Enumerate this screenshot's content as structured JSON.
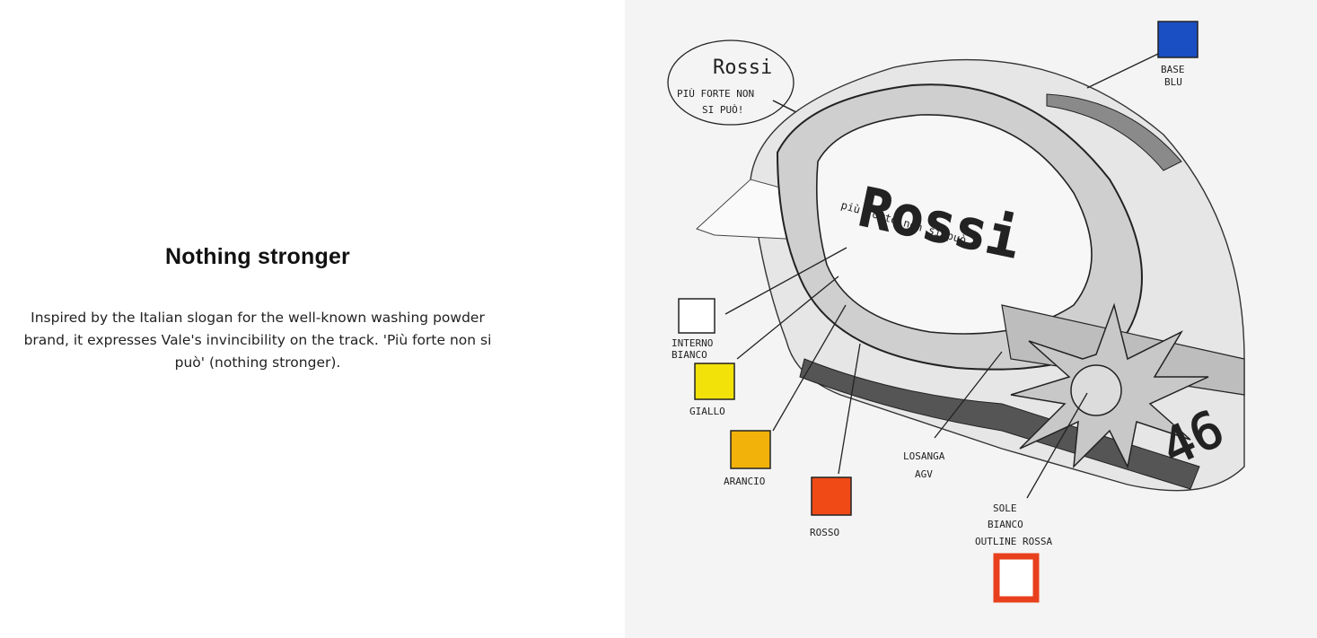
{
  "section": {
    "title": "Nothing stronger",
    "body": "Inspired by the Italian slogan for the well-known washing powder brand, it expresses Vale's invincibility on the track. 'Più forte non si può' (nothing stronger)."
  },
  "sketch": {
    "bubble_line1": "Rossi",
    "bubble_line2": "PIÙ FORTE NON",
    "bubble_line3": "SI PUÒ!",
    "helmet_name": "Rossi",
    "helmet_slogan": "più forte non si può",
    "helmet_number": "46",
    "swatches": [
      {
        "label_1": "BASE",
        "label_2": "BLU",
        "color": "#1a4fc4"
      },
      {
        "label_1": "INTERNO",
        "label_2": "BIANCO",
        "color": "#ffffff"
      },
      {
        "label_1": "GIALLO",
        "label_2": "",
        "color": "#f2e20a"
      },
      {
        "label_1": "ARANCIO",
        "label_2": "",
        "color": "#f3b20a"
      },
      {
        "label_1": "ROSSO",
        "label_2": "",
        "color": "#f04a16"
      },
      {
        "label_1": "SOLE",
        "label_2": "BIANCO",
        "label_3": "OUTLINE ROSSA",
        "color": "#e8401c"
      }
    ],
    "losanga_1": "LOSANGA",
    "losanga_2": "AGV"
  }
}
